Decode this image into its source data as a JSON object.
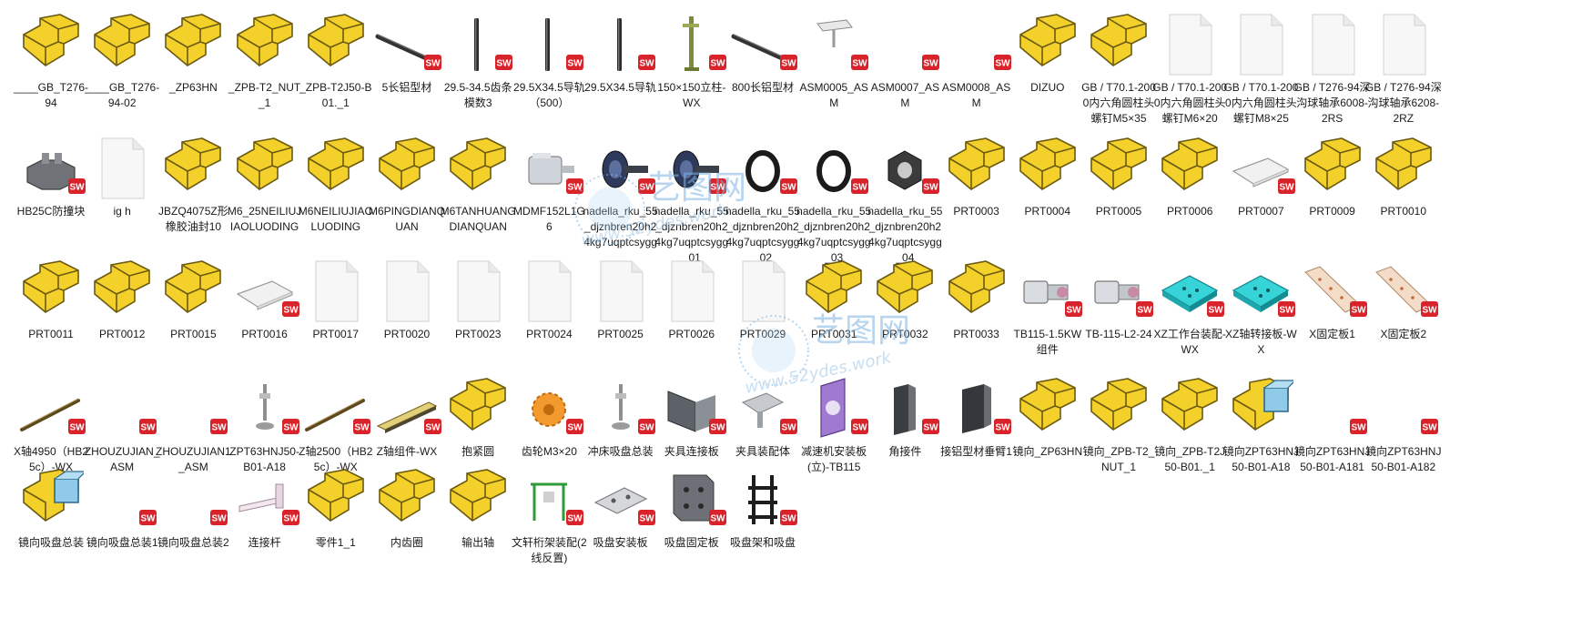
{
  "files": [
    {
      "label": "____GB_T276-94",
      "icon": "assembly-icon",
      "sw": false
    },
    {
      "label": "____GB_T276-94-02",
      "icon": "assembly-icon",
      "sw": false
    },
    {
      "label": "_ZP63HN",
      "icon": "assembly-icon",
      "sw": false
    },
    {
      "label": "_ZPB-T2_NUT_1",
      "icon": "assembly-icon",
      "sw": false
    },
    {
      "label": "_ZPB-T2J50-B01._1",
      "icon": "assembly-icon",
      "sw": false
    },
    {
      "label": "5长铝型材",
      "icon": "long-rod-icon",
      "sw": true
    },
    {
      "label": "29.5-34.5齿条模数3",
      "icon": "vertical-rail-icon",
      "sw": true
    },
    {
      "label": "29.5X34.5导轨（500）",
      "icon": "vertical-rail-icon",
      "sw": true
    },
    {
      "label": "29.5X34.5导轨",
      "icon": "vertical-rail-icon",
      "sw": true
    },
    {
      "label": "150×150立柱-WX",
      "icon": "column-icon",
      "sw": true
    },
    {
      "label": "800长铝型材",
      "icon": "long-rod-icon",
      "sw": true
    },
    {
      "label": "ASM0005_ASM",
      "icon": "bracket-icon",
      "sw": true
    },
    {
      "label": "ASM0007_ASM",
      "icon": "blank-icon",
      "sw": true
    },
    {
      "label": "ASM0008_ASM",
      "icon": "blank-icon",
      "sw": true
    },
    {
      "label": "DIZUO",
      "icon": "assembly-icon",
      "sw": false
    },
    {
      "label": "GB / T70.1-2000内六角圆柱头螺钉M5×35",
      "icon": "assembly-icon",
      "sw": false
    },
    {
      "label": "GB / T70.1-2000内六角圆柱头螺钉M6×20",
      "icon": "file-page-icon",
      "sw": false
    },
    {
      "label": "GB / T70.1-2000内六角圆柱头螺钉M8×25",
      "icon": "file-page-icon",
      "sw": false
    },
    {
      "label": "GB / T276-94深沟球轴承6008-2RS",
      "icon": "file-page-icon",
      "sw": false
    },
    {
      "label": "GB / T276-94深沟球轴承6208-2RZ",
      "icon": "file-page-icon",
      "sw": false
    },
    {
      "label": "HB25C防撞块",
      "icon": "block-icon",
      "sw": true
    },
    {
      "label": "ig h",
      "icon": "file-page-icon",
      "sw": false
    },
    {
      "label": "JBZQ4075Z形橡胶油封10",
      "icon": "assembly-icon",
      "sw": false
    },
    {
      "label": "M6_25NEILIUJIAOLUODING",
      "icon": "assembly-icon",
      "sw": false
    },
    {
      "label": "M6NEILIUJIAOLUODING",
      "icon": "assembly-icon",
      "sw": false
    },
    {
      "label": "M6PINGDIANQUAN",
      "icon": "assembly-icon",
      "sw": false
    },
    {
      "label": "M6TANHUANGDIANQUAN",
      "icon": "assembly-icon",
      "sw": false
    },
    {
      "label": "MDMF152L1G6",
      "icon": "motor-icon",
      "sw": true
    },
    {
      "label": "nadella_rku_55_djznbren20h24kg7uqptcsygg",
      "icon": "roller-icon",
      "sw": true
    },
    {
      "label": "nadella_rku_55_djznbren20h24kg7uqptcsygg_01",
      "icon": "roller-icon",
      "sw": true
    },
    {
      "label": "nadella_rku_55_djznbren20h24kg7uqptcsygg_02",
      "icon": "ring-icon",
      "sw": true
    },
    {
      "label": "nadella_rku_55_djznbren20h24kg7uqptcsygg_03",
      "icon": "ring-icon",
      "sw": true
    },
    {
      "label": "nadella_rku_55_djznbren20h24kg7uqptcsygg_04",
      "icon": "nut-icon",
      "sw": true
    },
    {
      "label": "PRT0003",
      "icon": "assembly-icon",
      "sw": false
    },
    {
      "label": "PRT0004",
      "icon": "assembly-icon",
      "sw": false
    },
    {
      "label": "PRT0005",
      "icon": "assembly-icon",
      "sw": false
    },
    {
      "label": "PRT0006",
      "icon": "assembly-icon",
      "sw": false
    },
    {
      "label": "PRT0007",
      "icon": "plate-icon",
      "sw": true
    },
    {
      "label": "PRT0009",
      "icon": "assembly-icon",
      "sw": false
    },
    {
      "label": "PRT0010",
      "icon": "assembly-icon",
      "sw": false
    },
    {
      "label": "PRT0011",
      "icon": "assembly-icon",
      "sw": false
    },
    {
      "label": "PRT0012",
      "icon": "assembly-icon",
      "sw": false
    },
    {
      "label": "PRT0015",
      "icon": "assembly-icon",
      "sw": false
    },
    {
      "label": "PRT0016",
      "icon": "plate-icon",
      "sw": true
    },
    {
      "label": "PRT0017",
      "icon": "file-page-icon",
      "sw": false
    },
    {
      "label": "PRT0020",
      "icon": "file-page-icon",
      "sw": false
    },
    {
      "label": "PRT0023",
      "icon": "file-page-icon",
      "sw": false
    },
    {
      "label": "PRT0024",
      "icon": "file-page-icon",
      "sw": false
    },
    {
      "label": "PRT0025",
      "icon": "file-page-icon",
      "sw": false
    },
    {
      "label": "PRT0026",
      "icon": "file-page-icon",
      "sw": false
    },
    {
      "label": "PRT0029",
      "icon": "file-page-icon",
      "sw": false
    },
    {
      "label": "PRT0031",
      "icon": "assembly-icon",
      "sw": false
    },
    {
      "label": "PRT0032",
      "icon": "assembly-icon",
      "sw": false
    },
    {
      "label": "PRT0033",
      "icon": "assembly-icon",
      "sw": false
    },
    {
      "label": "TB115-1.5KW组件",
      "icon": "gearbox-icon",
      "sw": true
    },
    {
      "label": "TB-115-L2-24",
      "icon": "gearbox-icon",
      "sw": true
    },
    {
      "label": "XZ工作台装配-WX",
      "icon": "cyan-plate-icon",
      "sw": true
    },
    {
      "label": "XZ轴转接板-WX",
      "icon": "cyan-plate-icon",
      "sw": true
    },
    {
      "label": "X固定板1",
      "icon": "long-plate-icon",
      "sw": true
    },
    {
      "label": "X固定板2",
      "icon": "long-plate-icon",
      "sw": true
    },
    {
      "label": "X轴4950（HB25c）-WX",
      "icon": "diagonal-rail-icon",
      "sw": true
    },
    {
      "label": "ZHOUZUJIAN_ASM",
      "icon": "blank-icon",
      "sw": true
    },
    {
      "label": "ZHOUZUJIAN1_ASM",
      "icon": "blank-icon",
      "sw": true
    },
    {
      "label": "ZPT63HNJ50-B01-A18",
      "icon": "suction-cup-icon",
      "sw": true
    },
    {
      "label": "Z轴2500（HB25c）-WX",
      "icon": "diagonal-rail-icon",
      "sw": true
    },
    {
      "label": "Z轴组件-WX",
      "icon": "yellow-bar-icon",
      "sw": true
    },
    {
      "label": "抱紧圆",
      "icon": "assembly-icon",
      "sw": false
    },
    {
      "label": "齿轮M3×20",
      "icon": "gear-icon",
      "sw": true
    },
    {
      "label": "冲床吸盘总装",
      "icon": "suction-cup-icon",
      "sw": true
    },
    {
      "label": "夹具连接板",
      "icon": "angle-plate-icon",
      "sw": true
    },
    {
      "label": "夹具装配体",
      "icon": "fixture-icon",
      "sw": true
    },
    {
      "label": "减速机安装板(立)-TB115",
      "icon": "purple-plate-icon",
      "sw": true
    },
    {
      "label": "角接件",
      "icon": "dark-block-icon",
      "sw": true
    },
    {
      "label": "接铝型材垂臂1",
      "icon": "dark-plate-icon",
      "sw": true
    },
    {
      "label": "镜向_ZP63HN",
      "icon": "assembly-icon",
      "sw": false
    },
    {
      "label": "镜向_ZPB-T2_NUT_1",
      "icon": "assembly-icon",
      "sw": false
    },
    {
      "label": "镜向_ZPB-T2J50-B01._1",
      "icon": "assembly-icon",
      "sw": false
    },
    {
      "label": "镜向ZPT63HNJ50-B01-A18",
      "icon": "assembly-blue-icon",
      "sw": false
    },
    {
      "label": "镜向ZPT63HNJ50-B01-A181",
      "icon": "blank-icon",
      "sw": true
    },
    {
      "label": "镜向ZPT63HNJ50-B01-A182",
      "icon": "blank-icon",
      "sw": true
    },
    {
      "label": "镜向吸盘总装",
      "icon": "assembly-blue-icon",
      "sw": false
    },
    {
      "label": "镜向吸盘总装1",
      "icon": "blank-icon",
      "sw": true
    },
    {
      "label": "镜向吸盘总装2",
      "icon": "blank-icon",
      "sw": true
    },
    {
      "label": "连接杆",
      "icon": "link-rod-icon",
      "sw": true
    },
    {
      "label": "零件1_1",
      "icon": "assembly-icon",
      "sw": false
    },
    {
      "label": "内齿圈",
      "icon": "assembly-icon",
      "sw": false
    },
    {
      "label": "输出轴",
      "icon": "assembly-icon",
      "sw": false
    },
    {
      "label": "文轩桁架装配(2线反置)",
      "icon": "green-frame-icon",
      "sw": true
    },
    {
      "label": "吸盘安装板",
      "icon": "mount-plate-icon",
      "sw": true
    },
    {
      "label": "吸盘固定板",
      "icon": "square-plate-icon",
      "sw": true
    },
    {
      "label": "吸盘架和吸盘",
      "icon": "ladder-icon",
      "sw": true
    }
  ],
  "watermarks": [
    {
      "title": "艺图网",
      "url": "www.52ydes.work"
    },
    {
      "title": "艺图网",
      "url": "www.52ydes.work"
    }
  ]
}
